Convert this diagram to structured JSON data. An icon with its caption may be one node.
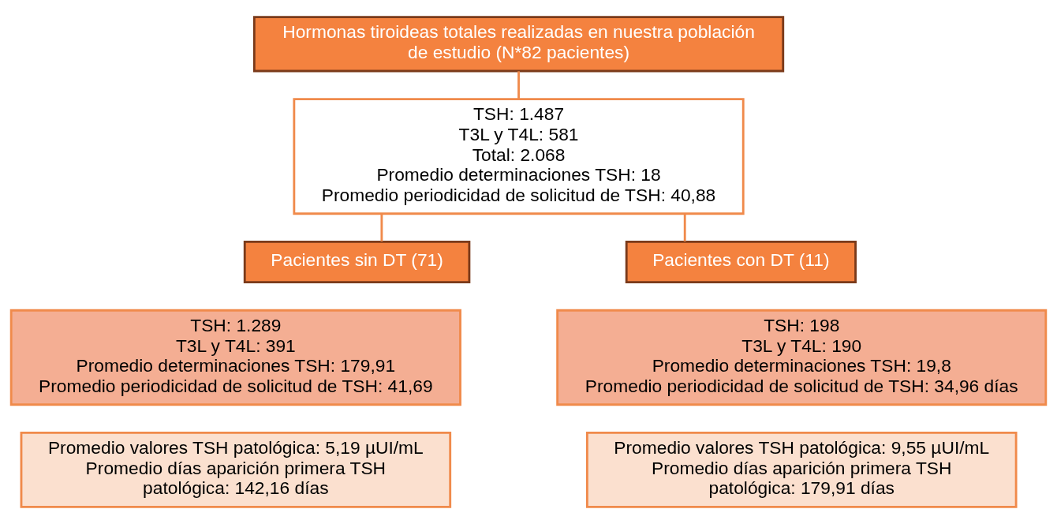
{
  "diagram": {
    "nodes": [
      {
        "text": [
          "Hormonas tiroideas totales realizadas en nuestra población de estudio (N*82 pacientes)"
        ]
      },
      {
        "text": [
          "TSH: 1.487",
          "T3L y T4L: 581",
          "Total: 2.068",
          "Promedio determinaciones TSH: 18",
          "Promedio periodicidad de solicitud de TSH: 40,88"
        ]
      },
      {
        "text": [
          "Pacientes sin DT (71)"
        ]
      },
      {
        "text": [
          "Pacientes con DT (11)"
        ]
      },
      {
        "text": [
          "TSH: 1.289",
          "T3L y T4L: 391",
          "Promedio determinaciones TSH: 179,91",
          "Promedio periodicidad de solicitud de TSH: 41,69"
        ]
      },
      {
        "text": [
          "TSH: 198",
          "T3L y T4L: 190",
          "Promedio determinaciones TSH: 19,8",
          "Promedio periodicidad de solicitud de TSH: 34,96 días"
        ]
      },
      {
        "text": [
          "Promedio valores TSH patológica: 5,19 µUI/mL",
          "Promedio días aparición primera TSH patológica: 142,16 días"
        ]
      },
      {
        "text": [
          "Promedio valores TSH patológica: 9,55 µUI/mL",
          "Promedio días aparición primera TSH patológica: 179,91 días"
        ]
      }
    ],
    "edges": [
      {
        "from": 0,
        "to": 1,
        "arrow": "none"
      },
      {
        "from": 1,
        "to": 2,
        "arrow": "none"
      },
      {
        "from": 1,
        "to": 3,
        "arrow": "none"
      }
    ]
  }
}
